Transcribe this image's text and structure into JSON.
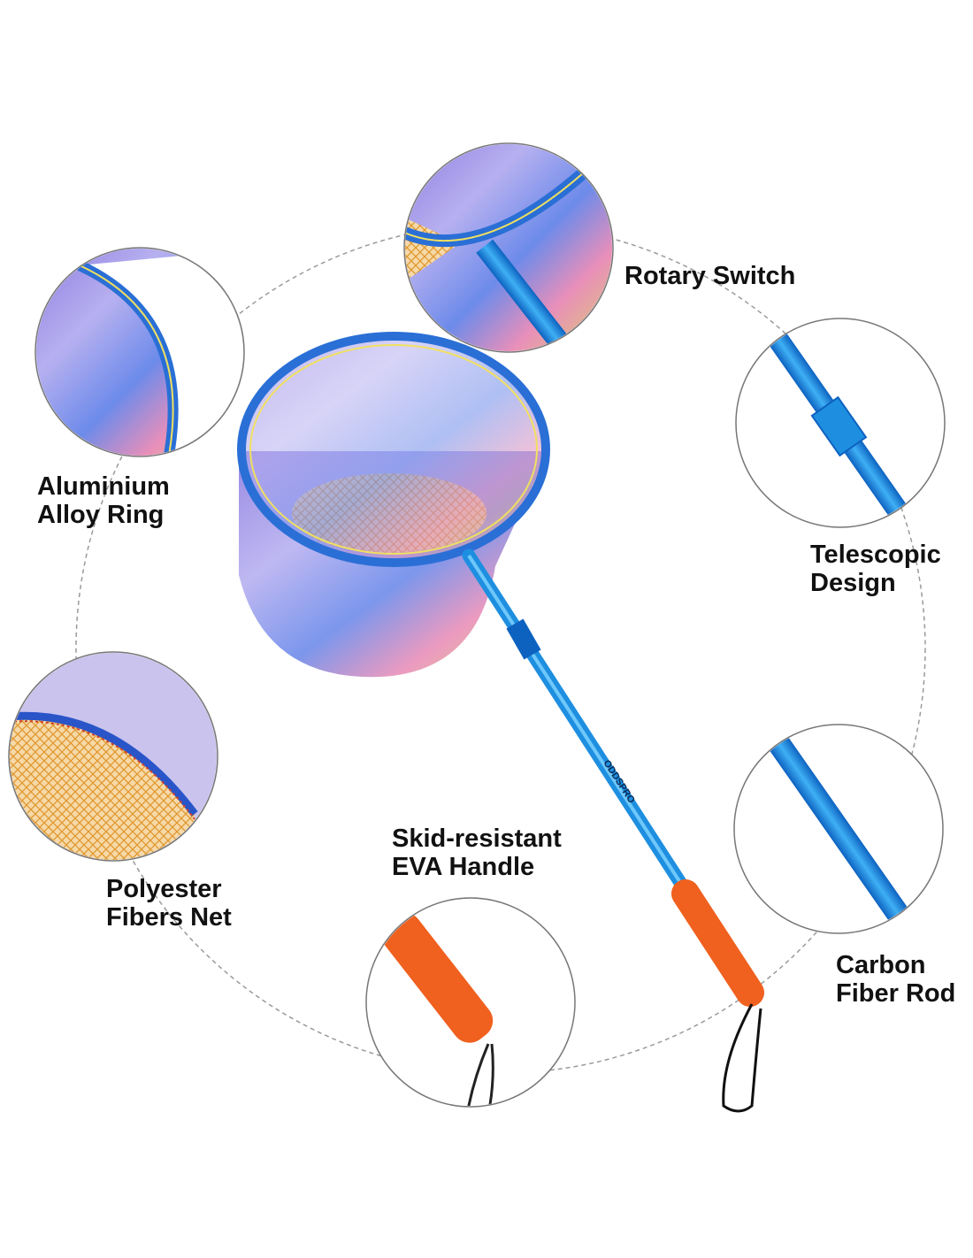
{
  "labels": {
    "rotary_switch": [
      "Rotary Switch"
    ],
    "aluminium_ring": [
      "Aluminium",
      "Alloy Ring"
    ],
    "telescopic": [
      "Telescopic",
      "Design"
    ],
    "polyester_net": [
      "Polyester",
      "Fibers Net"
    ],
    "eva_handle": [
      "Skid-resistant",
      "EVA Handle"
    ],
    "carbon_rod": [
      "Carbon",
      "Fiber Rod"
    ]
  },
  "brand_logo": "ODDSPRO",
  "colors": {
    "rod_blue": "#1e8fe0",
    "ring_blue": "#2a6fd6",
    "handle_orange": "#f0601e",
    "net_mesh": "#f2c27a",
    "dashed_circle": "#9a9a9a"
  }
}
